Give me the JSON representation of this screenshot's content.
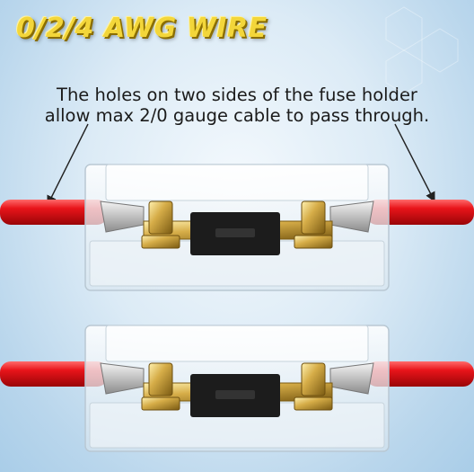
{
  "title": "0/2/4 AWG WIRE",
  "caption": {
    "line1": "The holes on two sides of the fuse holder",
    "line2": "allow max 2/0 gauge cable to pass through."
  },
  "colors": {
    "title_yellow": "#f3d63a",
    "wire_red": "#e3161c",
    "fuse_black": "#1c1c1c",
    "brass": "#c9a23c"
  },
  "icons": [
    "fuse-holder-top",
    "fuse-holder-bottom"
  ]
}
